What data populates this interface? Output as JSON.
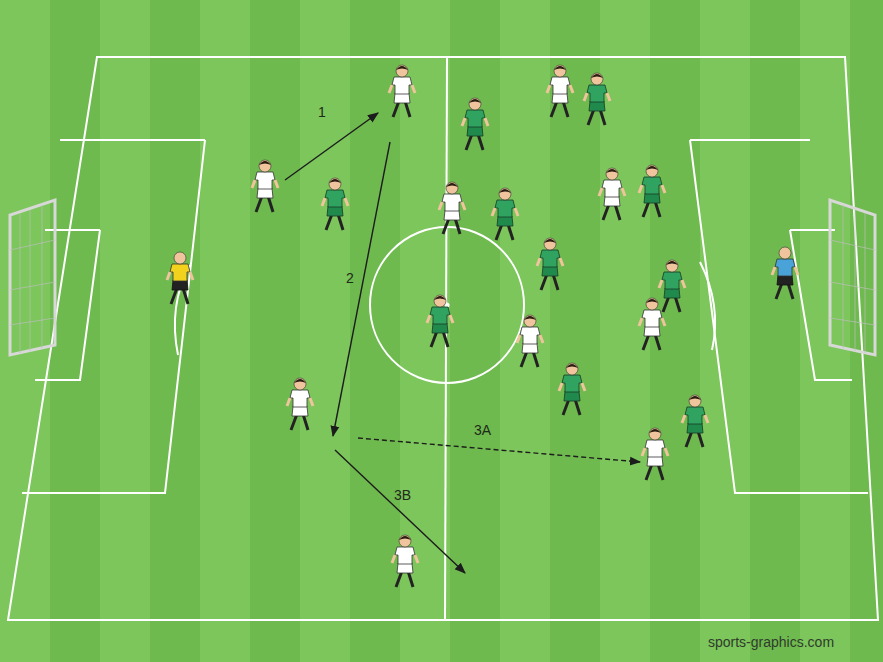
{
  "diagram": {
    "labels": [
      "1",
      "2",
      "3A",
      "3B",
      "sports-graphics.com"
    ]
  }
}
